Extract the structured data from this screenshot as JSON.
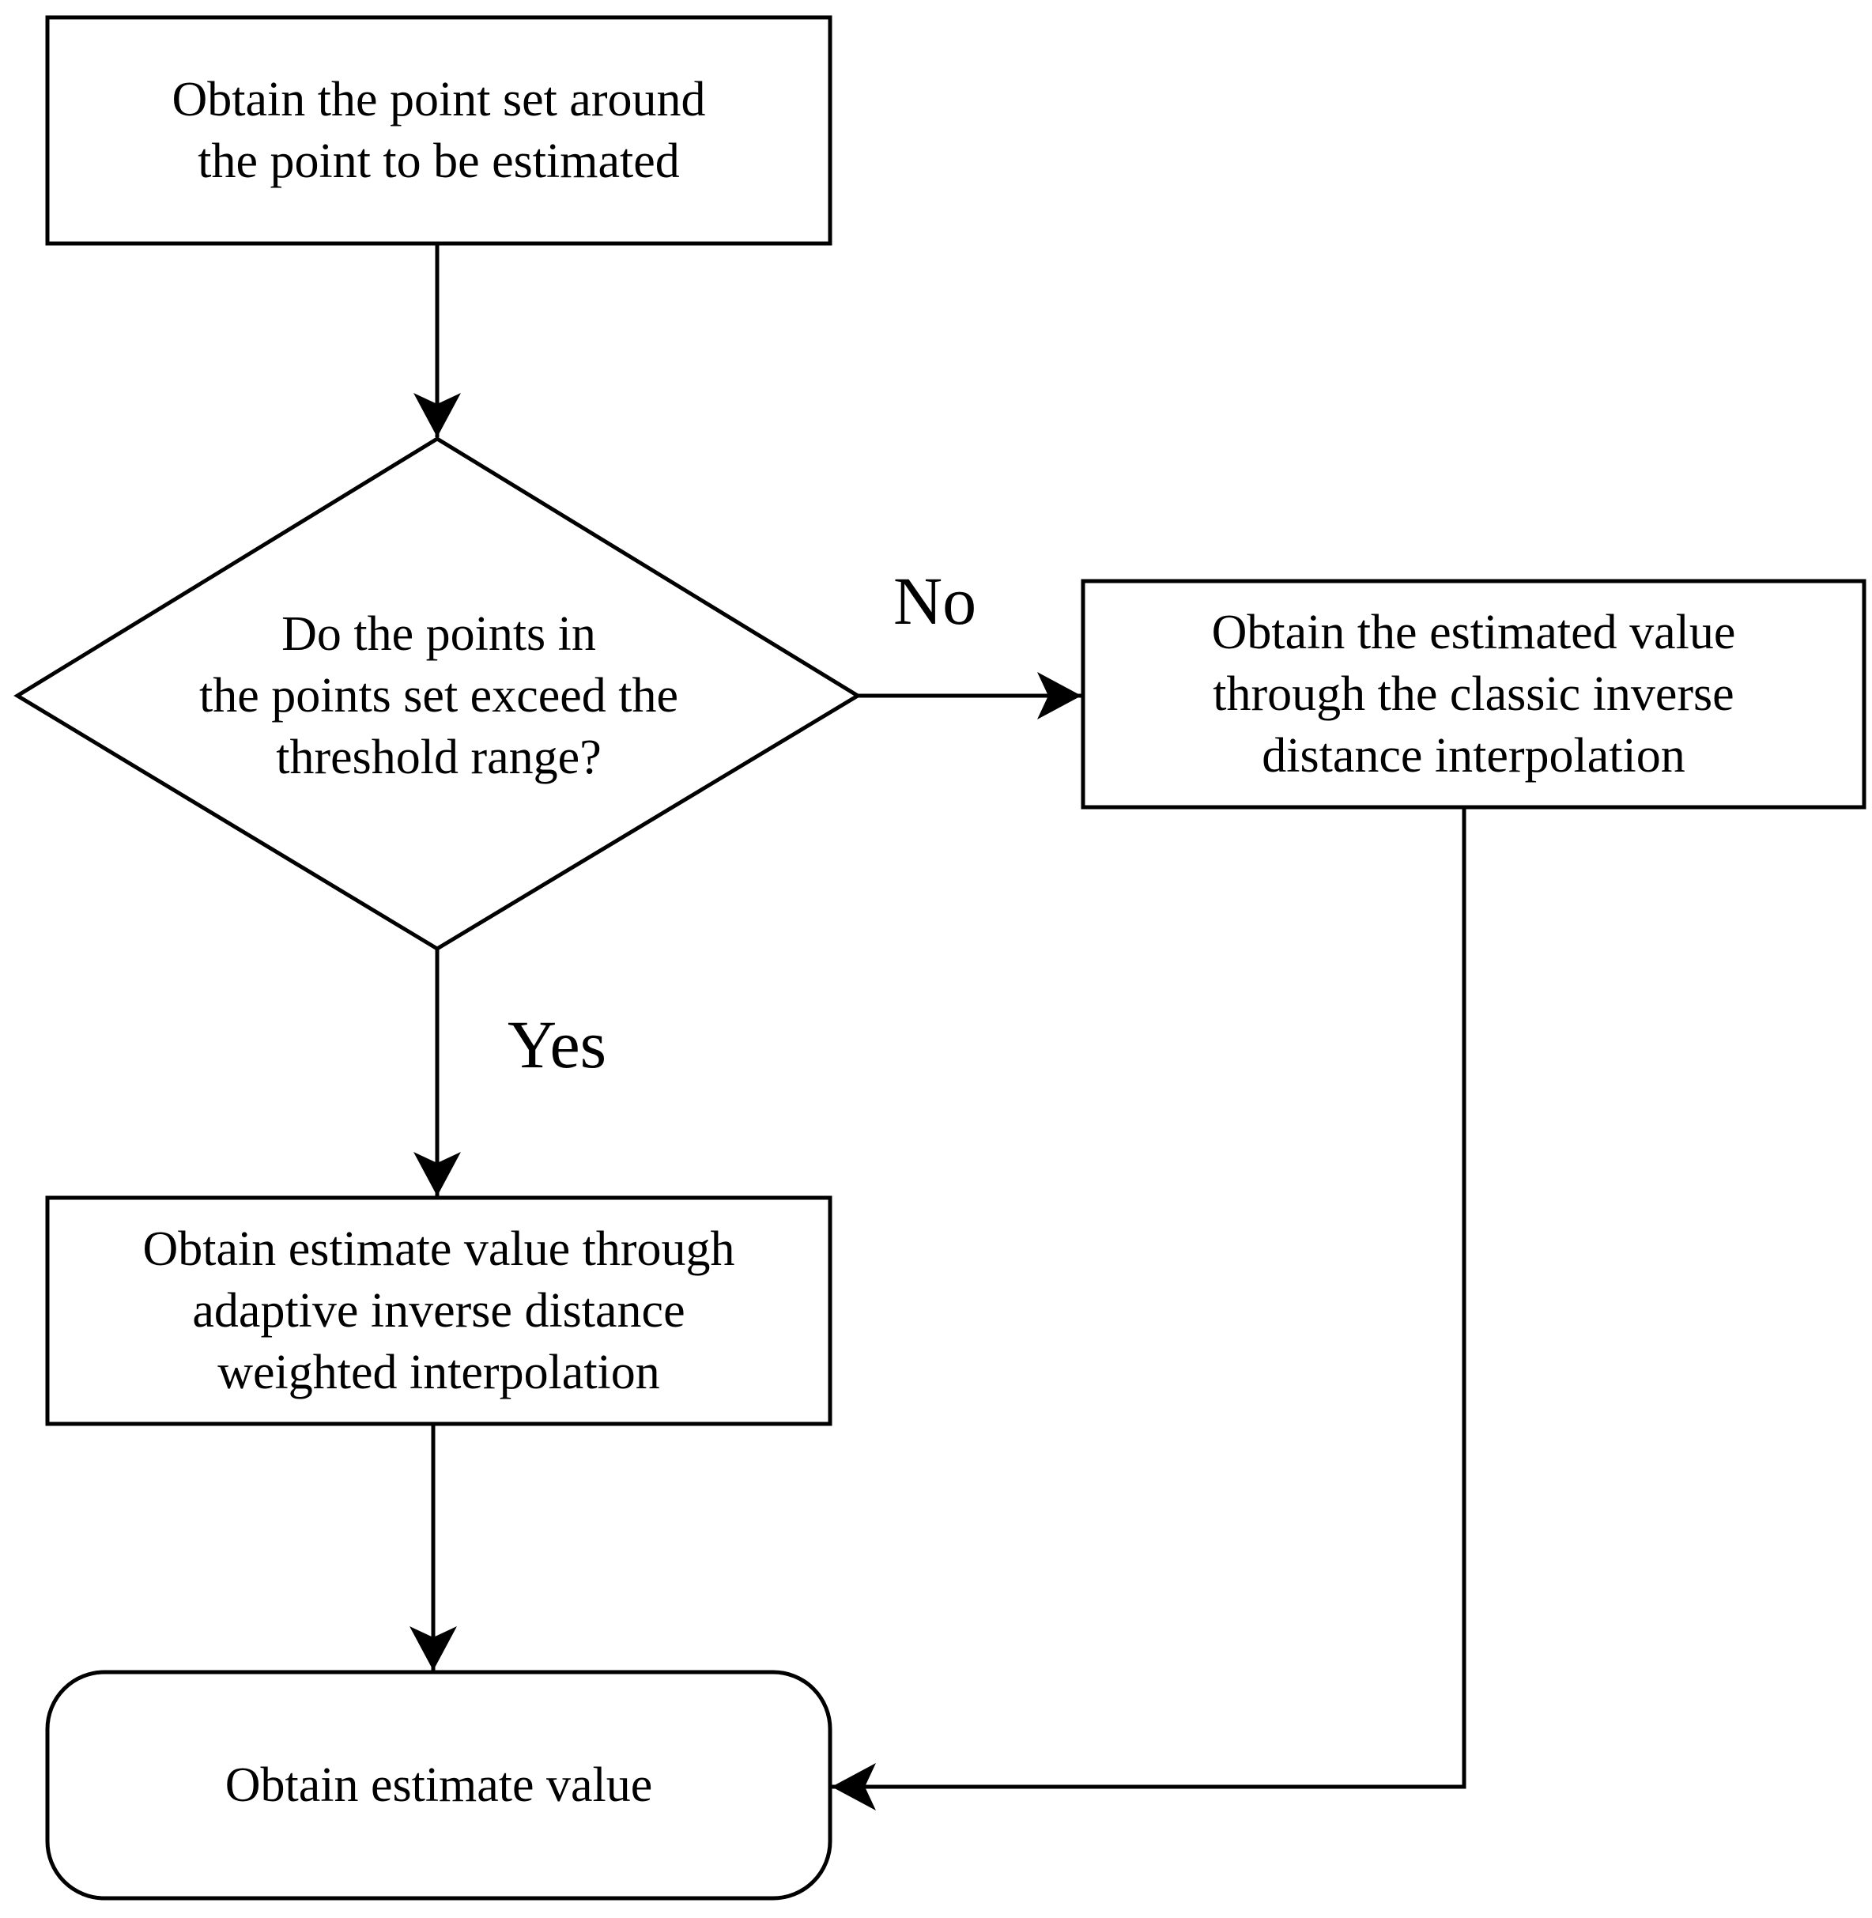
{
  "diagram": {
    "nodes": {
      "start": {
        "shape": "rectangle",
        "lines": [
          "Obtain the point set around",
          "the point to be estimated"
        ]
      },
      "decision": {
        "shape": "diamond",
        "lines": [
          "Do the points in",
          "the points set exceed the",
          "threshold range?"
        ]
      },
      "classic": {
        "shape": "rectangle",
        "lines": [
          "Obtain the estimated value",
          "through the classic inverse",
          "distance interpolation"
        ]
      },
      "adaptive": {
        "shape": "rectangle",
        "lines": [
          "Obtain estimate value through",
          "adaptive inverse distance",
          "weighted interpolation"
        ]
      },
      "end": {
        "shape": "rounded-rectangle",
        "lines": [
          "Obtain estimate value"
        ]
      }
    },
    "edges": {
      "no_label": "No",
      "yes_label": "Yes"
    },
    "colors": {
      "stroke": "#000000",
      "background": "#ffffff"
    }
  }
}
